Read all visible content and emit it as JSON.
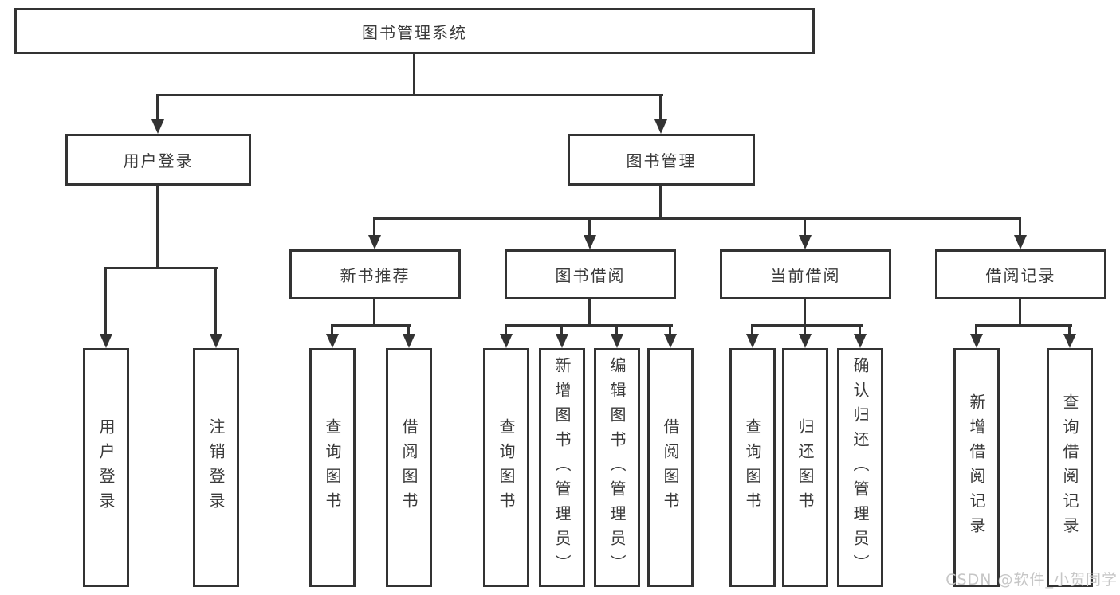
{
  "tree": {
    "root": {
      "label": "图书管理系统",
      "children": [
        {
          "label": "用户登录",
          "children": [
            {
              "label": "用户登录"
            },
            {
              "label": "注销登录"
            }
          ]
        },
        {
          "label": "图书管理",
          "children": [
            {
              "label": "新书推荐",
              "children": [
                {
                  "label": "查询图书"
                },
                {
                  "label": "借阅图书"
                }
              ]
            },
            {
              "label": "图书借阅",
              "children": [
                {
                  "label": "查询图书"
                },
                {
                  "label": "新增图书（管理员）"
                },
                {
                  "label": "编辑图书（管理员）"
                },
                {
                  "label": "借阅图书"
                }
              ]
            },
            {
              "label": "当前借阅",
              "children": [
                {
                  "label": "查询图书"
                },
                {
                  "label": "归还图书"
                },
                {
                  "label": "确认归还（管理员）"
                }
              ]
            },
            {
              "label": "借阅记录",
              "children": [
                {
                  "label": "新增借阅记录"
                },
                {
                  "label": "查询借阅记录"
                }
              ]
            }
          ]
        }
      ]
    }
  },
  "watermark": {
    "text": "CSDN @软件_小贺同学"
  },
  "colors": {
    "line": "#333333",
    "text": "#3a3a3a",
    "background": "#ffffff",
    "watermark": "#c6c6c6"
  }
}
